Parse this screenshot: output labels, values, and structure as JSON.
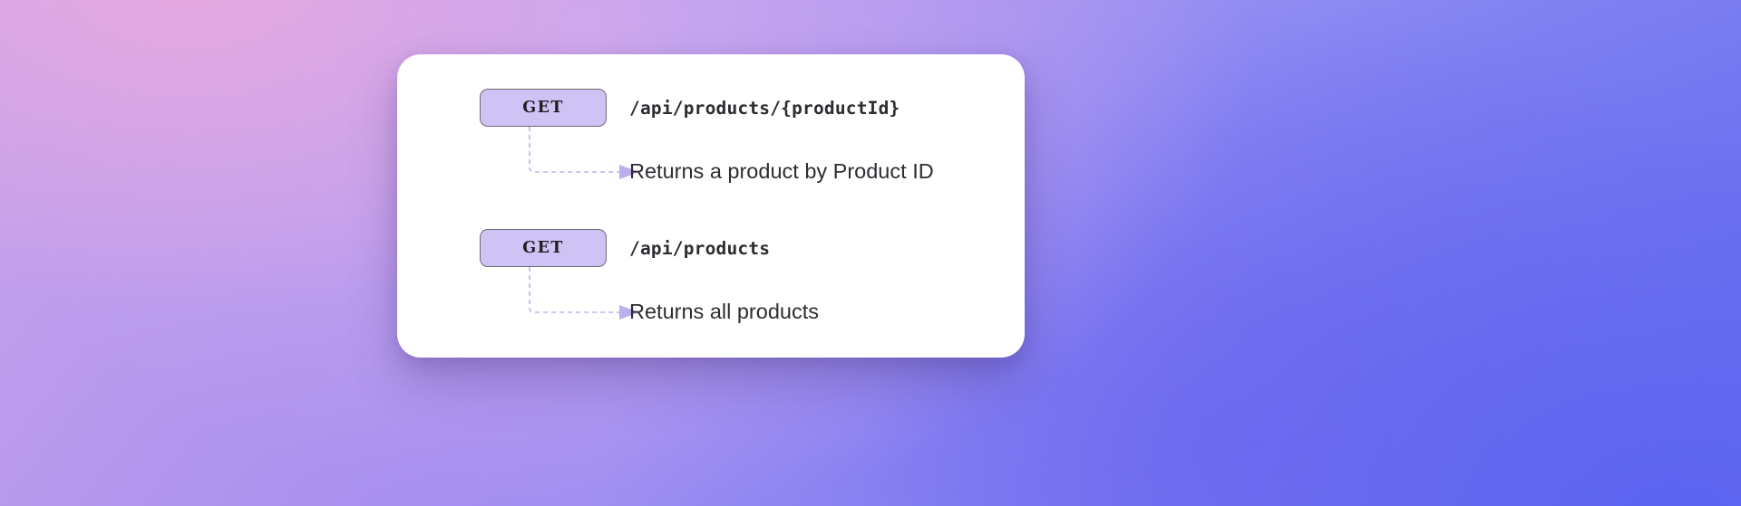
{
  "background": {
    "gradient_from": "#e7a9e0",
    "gradient_mid": "#a78ff0",
    "gradient_to": "#5b63ef"
  },
  "card": {
    "background_color": "#ffffff",
    "accent_color": "#cfc2f5",
    "text_color": "#2c2c31"
  },
  "endpoints": [
    {
      "method": "GET",
      "path": "/api/products/{productId}",
      "description": "Returns a product by Product ID"
    },
    {
      "method": "GET",
      "path": "/api/products",
      "description": "Returns all products"
    }
  ]
}
